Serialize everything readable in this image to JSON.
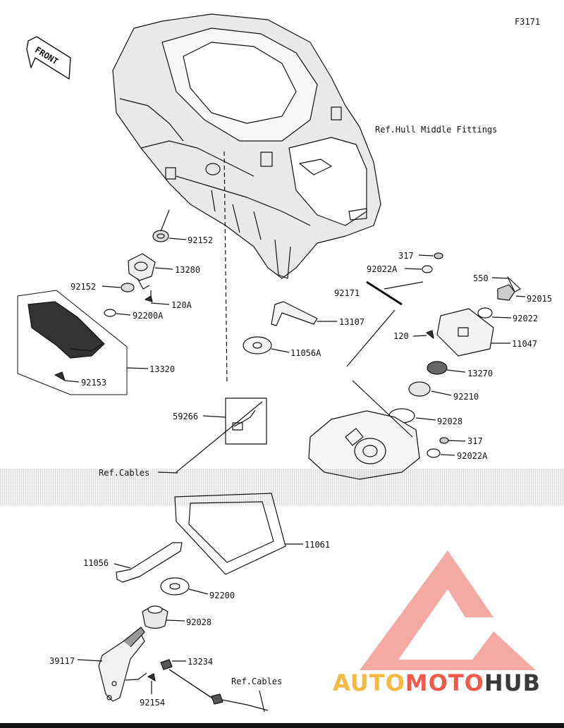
{
  "figure_id": "F3171",
  "front_label": "FRONT",
  "refs": {
    "hull": "Ref.Hull Middle Fittings",
    "cables_mid": "Ref.Cables",
    "cables_bottom": "Ref.Cables"
  },
  "parts": {
    "p92152_a": "92152",
    "p13280": "13280",
    "p92152_b": "92152",
    "p120A": "120A",
    "p92200A": "92200A",
    "p13320": "13320",
    "p92153": "92153",
    "p13107": "13107",
    "p11056A": "11056A",
    "p59266": "59266",
    "p317_a": "317",
    "p92022A_a": "92022A",
    "p92171": "92171",
    "p550": "550",
    "p92015": "92015",
    "p92022": "92022",
    "p120": "120",
    "p11047": "11047",
    "p13270": "13270",
    "p92210": "92210",
    "p92028_a": "92028",
    "p317_b": "317",
    "p92022A_b": "92022A",
    "p11061": "11061",
    "p11056": "11056",
    "p92200": "92200",
    "p92028_b": "92028",
    "p39117": "39117",
    "p13234": "13234",
    "p92154": "92154"
  },
  "watermark": {
    "word_a": "AUTO",
    "word_b": "MOTO",
    "word_c": "HUB",
    "color_a": "#f5b942",
    "color_b": "#ef5a4c",
    "color_c": "#3a3a3a"
  }
}
